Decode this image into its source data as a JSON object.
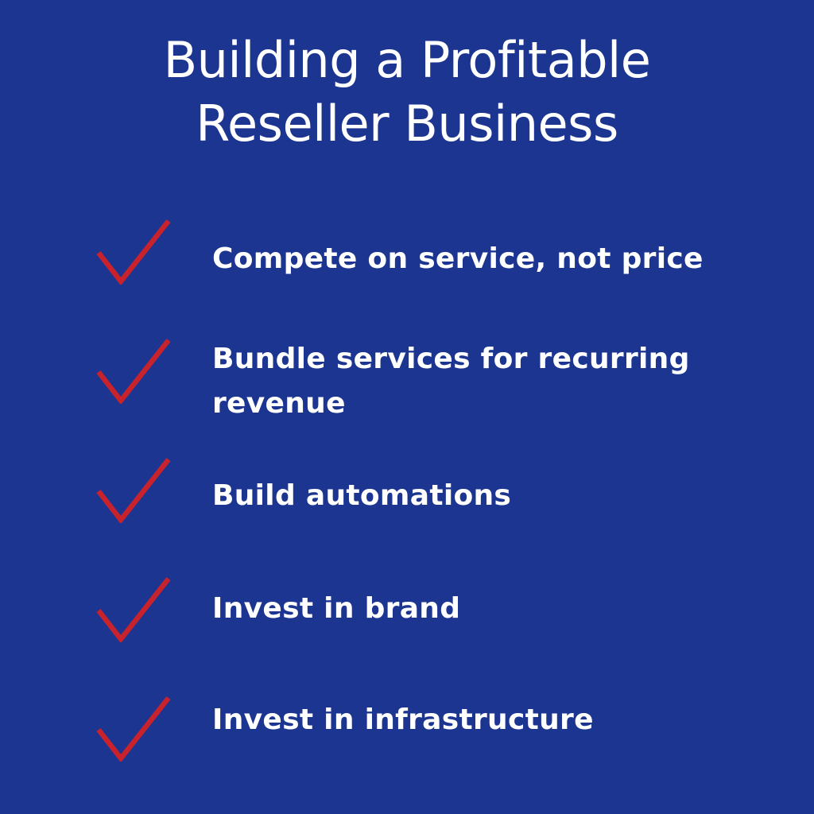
{
  "title": {
    "line1": "Building a Profitable",
    "line2": "Reseller Business"
  },
  "colors": {
    "background": "#1b3591",
    "check": "#c8232c",
    "text": "#ffffff"
  },
  "items": [
    {
      "icon": "checkmark-icon",
      "label": "Compete on service, not price"
    },
    {
      "icon": "checkmark-icon",
      "label": "Bundle services for recurring revenue"
    },
    {
      "icon": "checkmark-icon",
      "label": "Build automations"
    },
    {
      "icon": "checkmark-icon",
      "label": "Invest in brand"
    },
    {
      "icon": "checkmark-icon",
      "label": "Invest in infrastructure"
    }
  ]
}
